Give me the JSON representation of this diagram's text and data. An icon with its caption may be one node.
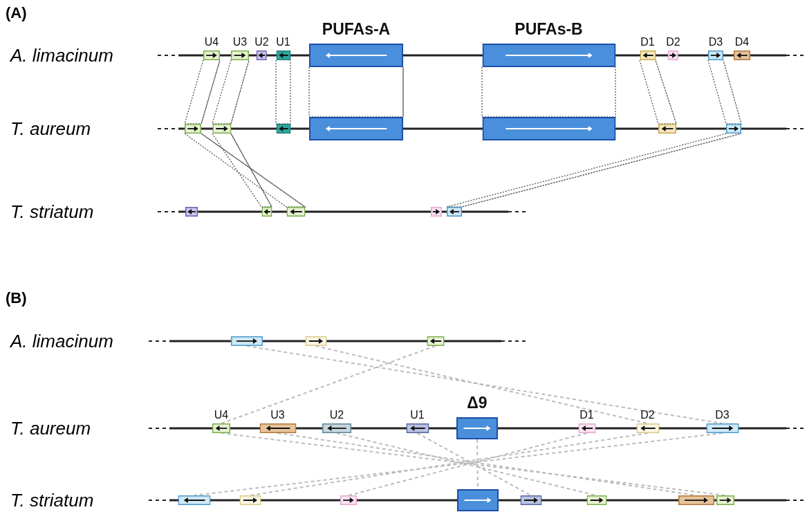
{
  "diagram": {
    "nodes": [
      {
        "text": [
          "U4"
        ]
      },
      {
        "text": [
          "U3"
        ]
      },
      {
        "text": [
          "U2"
        ]
      },
      {
        "text": [
          "U1"
        ]
      },
      {
        "text": [
          "PUFAs-A"
        ]
      },
      {
        "text": [
          "PUFAs-B"
        ]
      },
      {
        "text": [
          "D1"
        ]
      },
      {
        "text": [
          "D2"
        ]
      },
      {
        "text": [
          "D3"
        ]
      },
      {
        "text": [
          "D4"
        ]
      },
      {
        "text": [],
        "shape": "box"
      },
      {
        "text": [],
        "shape": "box"
      },
      {
        "text": [],
        "shape": "box"
      },
      {
        "text": [],
        "shape": "box"
      },
      {
        "text": [],
        "shape": "box"
      },
      {
        "text": [],
        "shape": "box"
      },
      {
        "text": [],
        "shape": "box"
      },
      {
        "text": [],
        "shape": "box"
      },
      {
        "text": [],
        "shape": "box"
      },
      {
        "text": [],
        "shape": "box"
      },
      {
        "text": [],
        "shape": "box"
      },
      {
        "text": [],
        "shape": "box"
      },
      {
        "text": [],
        "shape": "box"
      },
      {
        "text": [],
        "shape": "box"
      },
      {
        "text": [],
        "shape": "box"
      },
      {
        "text": [
          "U4"
        ]
      },
      {
        "text": [
          "U3"
        ]
      },
      {
        "text": [
          "U2"
        ]
      },
      {
        "text": [
          "U1"
        ]
      },
      {
        "text": [
          "Δ9"
        ]
      },
      {
        "text": [
          "D1"
        ]
      },
      {
        "text": [
          "D2"
        ]
      },
      {
        "text": [
          "D3"
        ]
      },
      {
        "text": [],
        "shape": "box"
      },
      {
        "text": [],
        "shape": "box"
      },
      {
        "text": [],
        "shape": "box"
      },
      {
        "text": [],
        "shape": "box"
      },
      {
        "text": [],
        "shape": "box"
      },
      {
        "text": [],
        "shape": "box"
      },
      {
        "text": [],
        "shape": "box"
      },
      {
        "text": [],
        "shape": "box"
      }
    ],
    "edges": [
      {
        "from": 0,
        "to": 10,
        "arrow": "none",
        "style": "dashed",
        "color": "#555555"
      },
      {
        "from": 1,
        "to": 11,
        "arrow": "none",
        "style": "dashed",
        "color": "#555555"
      },
      {
        "from": 3,
        "to": 12,
        "arrow": "none",
        "style": "dashed",
        "color": "#555555"
      },
      {
        "from": 4,
        "to": 13,
        "arrow": "none",
        "style": "dashed",
        "color": "#555555"
      },
      {
        "from": 5,
        "to": 14,
        "arrow": "none",
        "style": "dashed",
        "color": "#555555"
      },
      {
        "from": 6,
        "to": 15,
        "arrow": "none",
        "style": "dashed",
        "color": "#555555"
      },
      {
        "from": 8,
        "to": 16,
        "arrow": "none",
        "style": "dashed",
        "color": "#555555"
      },
      {
        "from": 10,
        "to": 19,
        "arrow": "none",
        "style": "dashed",
        "color": "#555555"
      },
      {
        "from": 11,
        "to": 18,
        "arrow": "none",
        "style": "dashed",
        "color": "#555555"
      },
      {
        "from": 16,
        "to": 21,
        "arrow": "none",
        "style": "dashed",
        "color": "#555555"
      },
      {
        "from": 22,
        "to": 32,
        "arrow": "none",
        "style": "dashed"
      },
      {
        "from": 23,
        "to": 31,
        "arrow": "none",
        "style": "dashed"
      },
      {
        "from": 24,
        "to": 25,
        "arrow": "none",
        "style": "dashed"
      },
      {
        "from": 25,
        "to": 40,
        "arrow": "none",
        "style": "dashed"
      },
      {
        "from": 26,
        "to": 39,
        "arrow": "none",
        "style": "dashed"
      },
      {
        "from": 27,
        "to": 38,
        "arrow": "none",
        "style": "dashed"
      },
      {
        "from": 28,
        "to": 37,
        "arrow": "none",
        "style": "dashed"
      },
      {
        "from": 29,
        "to": 36,
        "arrow": "none",
        "style": "dashed"
      },
      {
        "from": 30,
        "to": 35,
        "arrow": "none",
        "style": "dashed"
      },
      {
        "from": 31,
        "to": 34,
        "arrow": "none",
        "style": "dashed"
      },
      {
        "from": 32,
        "to": 33,
        "arrow": "none",
        "style": "dashed"
      }
    ],
    "labels": [
      "(A)",
      "A. limacinum",
      "T. aureum",
      "T. striatum",
      "(B)",
      "A. limacinum",
      "T. aureum",
      "T. striatum"
    ]
  }
}
